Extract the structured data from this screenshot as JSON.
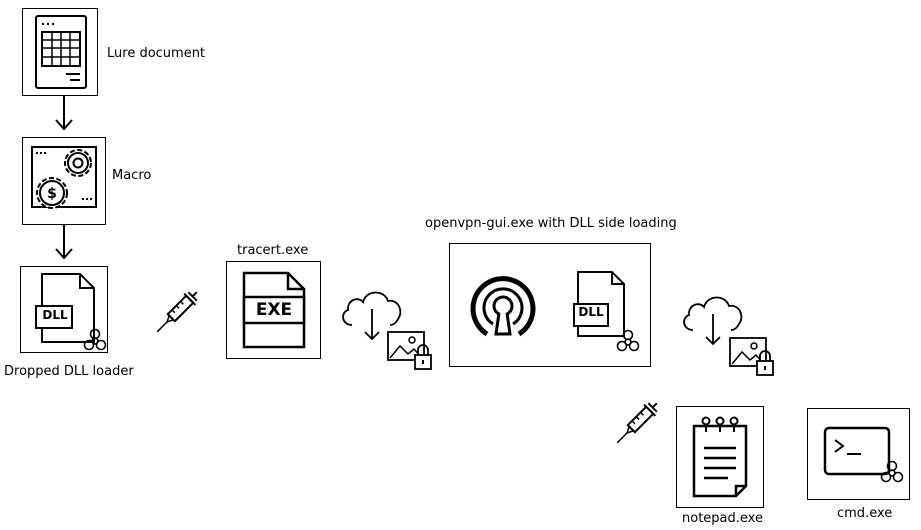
{
  "nodes": {
    "lure_document": "Lure document",
    "macro": "Macro",
    "dropped_dll_loader": "Dropped DLL loader",
    "tracert": "tracert.exe",
    "openvpn": "openvpn-gui.exe with DLL side loading",
    "notepad": "notepad.exe",
    "cmd": "cmd.exe"
  },
  "icon_text": {
    "dll": "DLL",
    "exe": "EXE"
  },
  "icons": [
    "spreadsheet-document-icon",
    "gears-icon",
    "dll-file-icon",
    "biohazard-icon",
    "syringe-icon",
    "exe-file-icon",
    "cloud-download-icon",
    "locked-image-icon",
    "openvpn-logo-icon",
    "notepad-icon",
    "terminal-icon"
  ]
}
